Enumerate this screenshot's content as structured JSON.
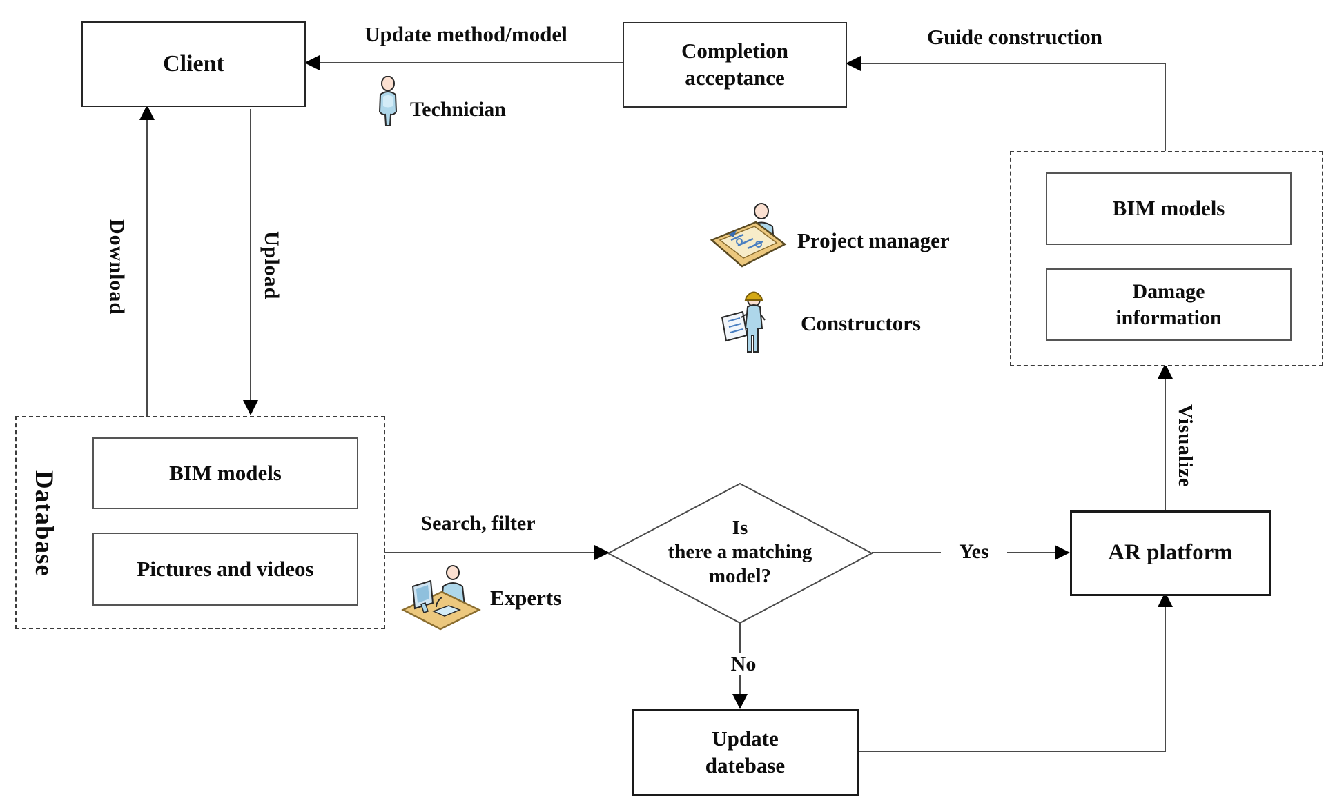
{
  "nodes": {
    "client": {
      "label": "Client"
    },
    "completion_acceptance": {
      "label": "Completion\nacceptance"
    },
    "update_database": {
      "label": "Update\ndatebase"
    },
    "ar_platform": {
      "label": "AR platform"
    },
    "decision": {
      "label": "Is\nthere a matching\nmodel?"
    },
    "database_group": {
      "label": "Database",
      "bim_models": {
        "label": "BIM models"
      },
      "pictures_videos": {
        "label": "Pictures and videos"
      }
    },
    "output_group": {
      "bim_models": {
        "label": "BIM models"
      },
      "damage_information": {
        "label": "Damage\ninformation"
      }
    }
  },
  "edges": {
    "update_method_model": {
      "label": "Update method/model"
    },
    "guide_construction": {
      "label": "Guide construction"
    },
    "download": {
      "label": "Download"
    },
    "upload": {
      "label": "Upload"
    },
    "search_filter": {
      "label": "Search, filter"
    },
    "yes": {
      "label": "Yes"
    },
    "no": {
      "label": "No"
    },
    "visualize": {
      "label": "Visualize"
    }
  },
  "actors": {
    "technician": {
      "label": "Technician",
      "icon": "person-icon"
    },
    "project_manager": {
      "label": "Project manager",
      "icon": "person-blueprint-table-icon"
    },
    "constructors": {
      "label": "Constructors",
      "icon": "person-hardhat-blueprint-icon"
    },
    "experts": {
      "label": "Experts",
      "icon": "person-computer-desk-icon"
    }
  },
  "colors": {
    "box_border": "#2e2e2e",
    "line": "#4a4a4a",
    "icon_body_blue": "#aed7ea",
    "icon_skin": "#fbe0d1",
    "icon_board_tan": "#ecc87e",
    "icon_hat_yellow": "#d4a915",
    "background": "#ffffff"
  }
}
